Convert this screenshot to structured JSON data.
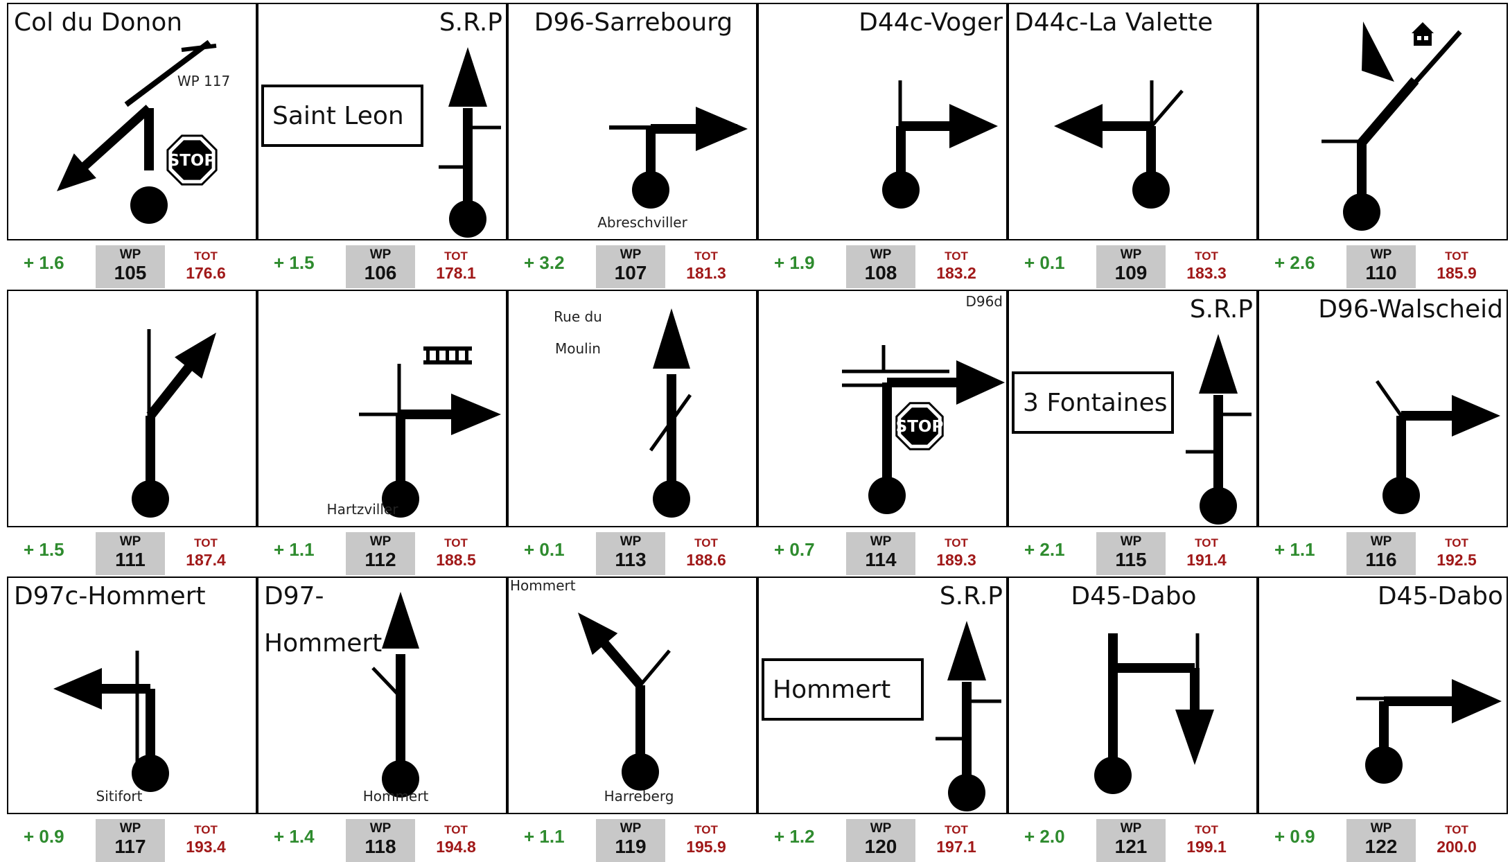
{
  "roadbook": {
    "wp_label": "WP",
    "tot_label": "TOT",
    "rows": [
      {
        "cells": [
          {
            "title": "Col du Donon",
            "title_align": "start",
            "partial": "+ 1.6",
            "wp": "105",
            "tot": "176.6",
            "labels": [
              "WP 117"
            ],
            "sign_text": "",
            "icon": "stop-sign"
          },
          {
            "title": "S.R.P",
            "title_align": "end",
            "partial": "+ 1.5",
            "wp": "106",
            "tot": "178.1",
            "labels": [],
            "sign_text": "Saint Leon",
            "icon": ""
          },
          {
            "title": "D96-Sarrebourg",
            "title_align": "middle",
            "partial": "+ 3.2",
            "wp": "107",
            "tot": "181.3",
            "labels": [
              "Abreschviller"
            ],
            "sign_text": "",
            "icon": ""
          },
          {
            "title": "D44c-Voger",
            "title_align": "end",
            "partial": "+ 1.9",
            "wp": "108",
            "tot": "183.2",
            "labels": [],
            "sign_text": "",
            "icon": ""
          },
          {
            "title": "D44c-La Valette",
            "title_align": "start",
            "partial": "+ 0.1",
            "wp": "109",
            "tot": "183.3",
            "labels": [],
            "sign_text": "",
            "icon": ""
          },
          {
            "title": "",
            "title_align": "start",
            "partial": "+ 2.6",
            "wp": "110",
            "tot": "185.9",
            "labels": [],
            "sign_text": "",
            "icon": "house-icon"
          }
        ]
      },
      {
        "cells": [
          {
            "title": "",
            "title_align": "start",
            "partial": "+ 1.5",
            "wp": "111",
            "tot": "187.4",
            "labels": [],
            "sign_text": "",
            "icon": ""
          },
          {
            "title": "",
            "title_align": "start",
            "partial": "+ 1.1",
            "wp": "112",
            "tot": "188.5",
            "labels": [
              "Hartzviller"
            ],
            "sign_text": "",
            "icon": "rail-crossing-icon"
          },
          {
            "title": "",
            "title_align": "start",
            "partial": "+ 0.1",
            "wp": "113",
            "tot": "188.6",
            "labels": [
              "Rue du",
              "Moulin"
            ],
            "sign_text": "",
            "icon": ""
          },
          {
            "title": "",
            "title_align": "start",
            "partial": "+ 0.7",
            "wp": "114",
            "tot": "189.3",
            "labels": [
              "D96d"
            ],
            "sign_text": "",
            "icon": "stop-sign"
          },
          {
            "title": "S.R.P",
            "title_align": "end",
            "partial": "+ 2.1",
            "wp": "115",
            "tot": "191.4",
            "labels": [],
            "sign_text": "3 Fontaines",
            "icon": ""
          },
          {
            "title": "D96-Walscheid",
            "title_align": "end",
            "partial": "+ 1.1",
            "wp": "116",
            "tot": "192.5",
            "labels": [],
            "sign_text": "",
            "icon": ""
          }
        ]
      },
      {
        "cells": [
          {
            "title": "D97c-Hommert",
            "title_align": "start",
            "partial": "+ 0.9",
            "wp": "117",
            "tot": "193.4",
            "labels": [
              "Sitifort"
            ],
            "sign_text": "",
            "icon": ""
          },
          {
            "title": "D97-",
            "title2": "Hommert",
            "title_align": "start",
            "partial": "+ 1.4",
            "wp": "118",
            "tot": "194.8",
            "labels": [
              "Hommert"
            ],
            "sign_text": "",
            "icon": ""
          },
          {
            "title": "",
            "title_align": "start",
            "partial": "+ 1.1",
            "wp": "119",
            "tot": "195.9",
            "labels": [
              "Hommert",
              "Harreberg"
            ],
            "sign_text": "",
            "icon": ""
          },
          {
            "title": "S.R.P",
            "title_align": "end",
            "partial": "+ 1.2",
            "wp": "120",
            "tot": "197.1",
            "labels": [],
            "sign_text": "Hommert",
            "icon": ""
          },
          {
            "title": "D45-Dabo",
            "title_align": "middle",
            "partial": "+ 2.0",
            "wp": "121",
            "tot": "199.1",
            "labels": [],
            "sign_text": "",
            "icon": ""
          },
          {
            "title": "D45-Dabo",
            "title_align": "end",
            "partial": "+ 0.9",
            "wp": "122",
            "tot": "200.0",
            "labels": [],
            "sign_text": "",
            "icon": ""
          }
        ]
      }
    ]
  }
}
